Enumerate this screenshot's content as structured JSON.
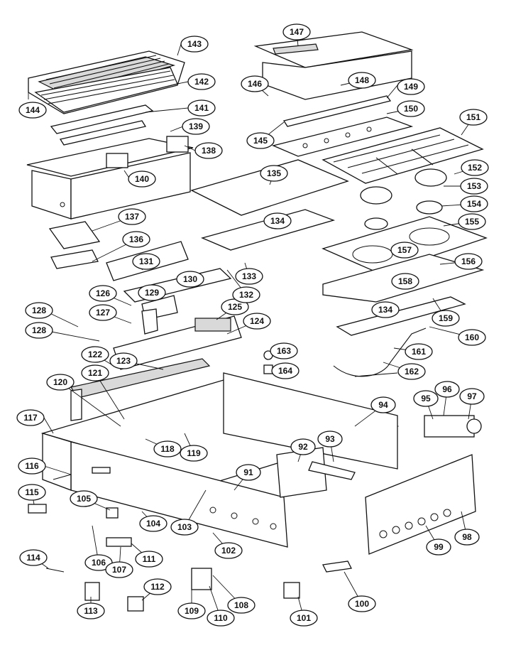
{
  "diagram": {
    "callouts": [
      "143",
      "142",
      "144",
      "141",
      "139",
      "138",
      "140",
      "137",
      "136",
      "131",
      "130",
      "129",
      "126",
      "127",
      "128",
      "128",
      "125",
      "124",
      "123",
      "122",
      "121",
      "120",
      "117",
      "118",
      "119",
      "116",
      "115",
      "105",
      "104",
      "103",
      "106",
      "107",
      "111",
      "102",
      "114",
      "112",
      "113",
      "109",
      "110",
      "108",
      "101",
      "100",
      "99",
      "98",
      "97",
      "96",
      "95",
      "94",
      "93",
      "92",
      "91",
      "147",
      "146",
      "148",
      "149",
      "145",
      "150",
      "151",
      "135",
      "152",
      "153",
      "154",
      "134",
      "133",
      "132",
      "155",
      "157",
      "156",
      "158",
      "134",
      "159",
      "160",
      "161",
      "163",
      "164",
      "162"
    ]
  }
}
